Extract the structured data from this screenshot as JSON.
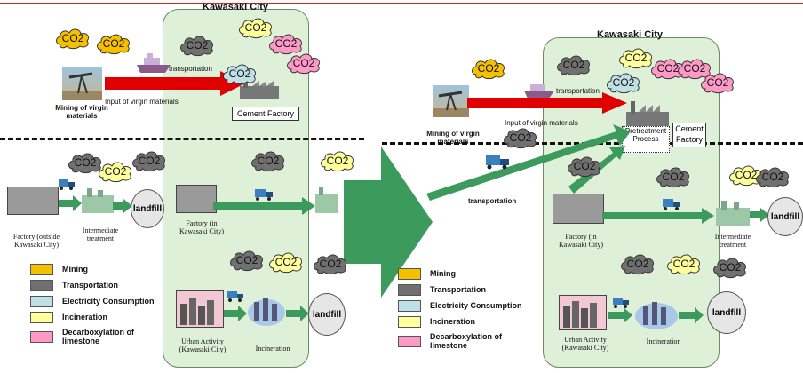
{
  "co2_label": "CO2",
  "colors": {
    "mining": "#f5c000",
    "transportation": "#707070",
    "electricity": "#bfe0e6",
    "incineration": "#ffff9c",
    "decarbonation": "#ff9ac8",
    "city_fill": "#dff0d8",
    "arrow_red": "#e00000",
    "arrow_green": "#3c9a5c"
  },
  "left": {
    "city_title": "Kawasaki City",
    "transportation": "transportation",
    "input_label": "Input of virgin materials",
    "cement_factory": "Cement Factory",
    "mining_label": "Mining of virgin materials",
    "factory_outside": "Factory (outside Kawasaki City)",
    "intermediate": "Intermediate treatment",
    "landfill": "landfill",
    "factory_in": "Factory (in Kawasaki City)",
    "urban": "Urban Activity (Kawasaki City)",
    "incineration": "Incineration"
  },
  "right": {
    "city_title": "Kawasaki City",
    "transportation_top": "transportation",
    "input_label": "Input of virgin materials",
    "cement_factory": "Cement Factory",
    "pretreatment": "Pretreatment Process",
    "mining_label": "Mining of virgin materials",
    "transportation_mid": "transportation",
    "factory_in": "Factory (in Kawasaki City)",
    "intermediate": "Intermediate treatment",
    "landfill_mid": "landfill",
    "urban": "Urban Activity (Kawasaki City)",
    "incineration": "Incineration",
    "landfill_bottom": "landfill"
  },
  "legend": [
    {
      "label": "Mining",
      "color": "#f5c000"
    },
    {
      "label": "Transportation",
      "color": "#707070"
    },
    {
      "label": "Electricity Consumption",
      "color": "#bfe0e6"
    },
    {
      "label": "Incineration",
      "color": "#ffff9c"
    },
    {
      "label": "Decarboxylation of limestone",
      "color": "#ff9ac8"
    }
  ]
}
